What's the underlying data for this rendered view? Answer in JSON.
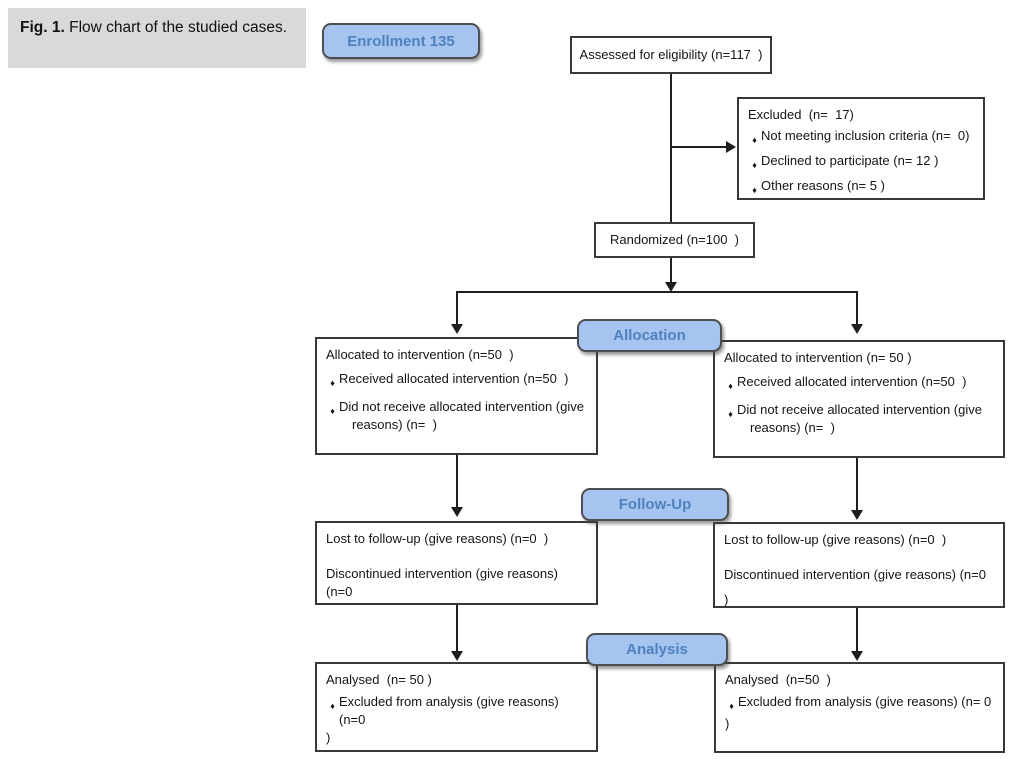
{
  "caption": {
    "label": "Fig. 1.",
    "text": " Flow chart of the studied cases."
  },
  "glyphs": {
    "bullet": "♦"
  },
  "badges": {
    "enrollment": "Enrollment 135",
    "allocation": "Allocation",
    "followup": "Follow-Up",
    "analysis": "Analysis"
  },
  "flow": {
    "assessed": "Assessed for eligibility (n=117  )",
    "excluded": {
      "title": "Excluded  (n=  17)",
      "bullets": [
        "Not meeting inclusion criteria (n=  0)",
        "Declined to participate (n= 12 )",
        "Other reasons (n= 5 )"
      ]
    },
    "randomized": "Randomized (n=100  )",
    "allocation_left": {
      "title": "Allocated to intervention (n=50  )",
      "bullets": [
        "Received allocated intervention (n=50  )",
        "Did not receive allocated intervention (give reasons) (n=  )"
      ]
    },
    "allocation_right": {
      "title": "Allocated to intervention (n= 50 )",
      "bullets": [
        "Received allocated intervention (n=50  )",
        "Did not receive allocated intervention (give reasons) (n=  )"
      ]
    },
    "followup_left": {
      "lines": [
        "Lost to follow-up (give reasons) (n=0  )",
        "Discontinued intervention (give reasons) (n=0",
        ")"
      ]
    },
    "followup_right": {
      "lines": [
        "Lost to follow-up (give reasons) (n=0  )",
        "Discontinued intervention (give reasons) (n=0",
        ")"
      ]
    },
    "analysis_left": {
      "title": "Analysed  (n= 50 )",
      "bullet": "Excluded from analysis (give reasons) (n=0",
      "continuation": ")"
    },
    "analysis_right": {
      "title": "Analysed  (n=50  )",
      "bullet": "Excluded from analysis (give reasons) (n= 0",
      "continuation": ")"
    }
  },
  "colors": {
    "badge_fill": "#a6c4f0",
    "badge_text": "#4f81bd",
    "caption_bg": "#d9d9d9",
    "box_border": "#383838",
    "line": "#1e1e1e"
  }
}
